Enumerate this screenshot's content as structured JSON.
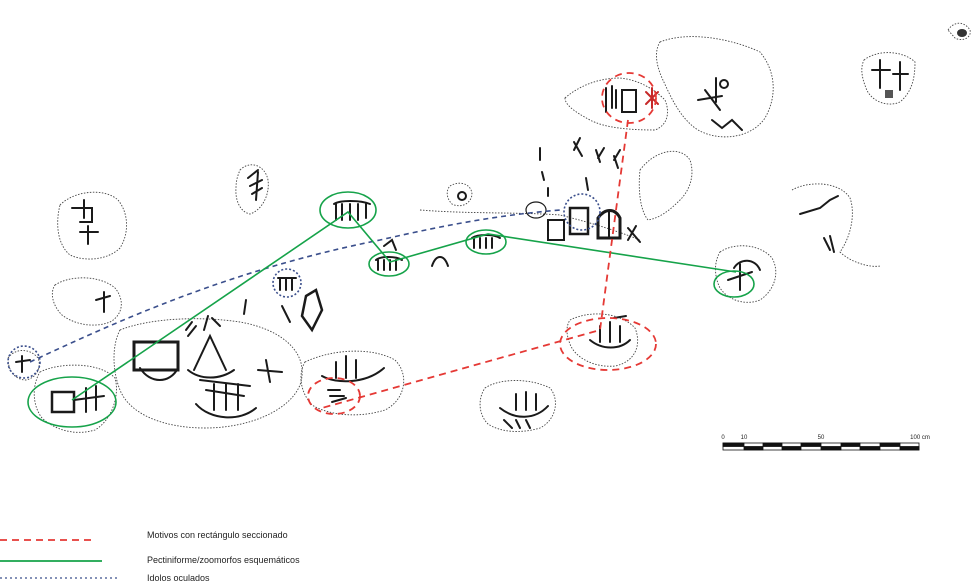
{
  "colors": {
    "red": "#e53935",
    "green": "#16a34a",
    "blue": "#3b4f8c",
    "ink": "#1a1a1a",
    "outline": "#444444"
  },
  "scale_bar": {
    "labels": [
      "0",
      "10",
      "50",
      "100 cm"
    ]
  },
  "legend": {
    "items": [
      {
        "label": "Motivos con rectángulo seccionado",
        "style": "red-dashed"
      },
      {
        "label": "Pectiniforme/zoomorfos esquemáticos",
        "style": "green-solid"
      },
      {
        "label": "Idolos oculados",
        "style": "blue-dotted"
      }
    ]
  }
}
